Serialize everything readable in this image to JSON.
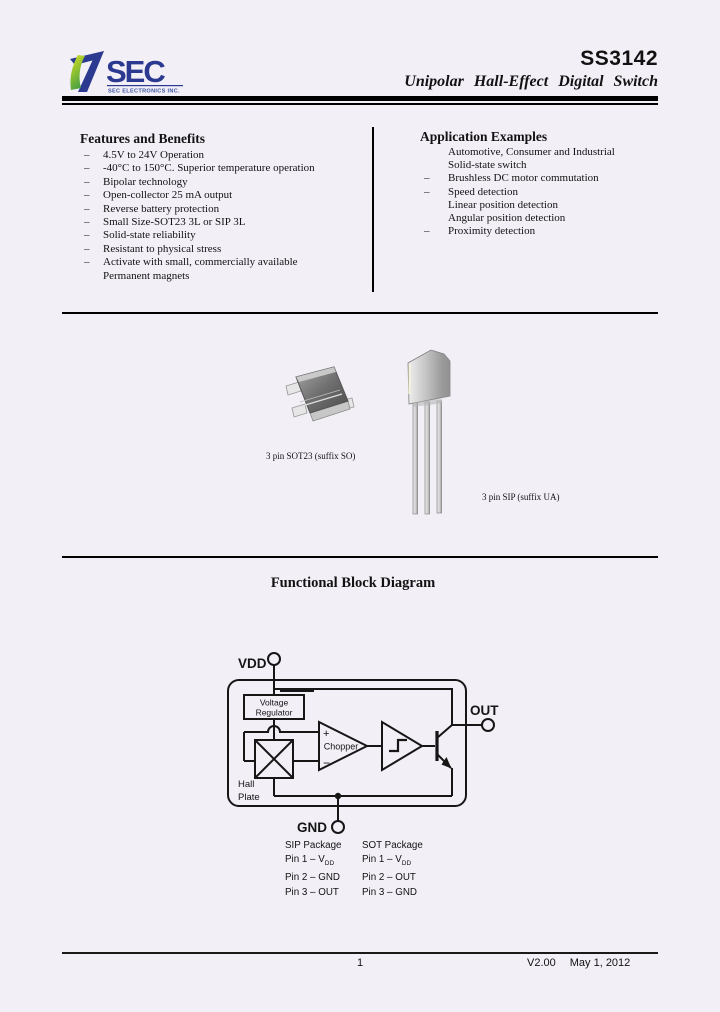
{
  "header": {
    "part_number": "SS3142",
    "subtitle": "Unipolar Hall-Effect Digital Switch",
    "logo": {
      "name": "SEC",
      "tagline": "SEC ELECTRONICS INC.",
      "navy": "#2b3990",
      "green": "#8dc63f"
    }
  },
  "features": {
    "title": "Features and Benefits",
    "items": [
      {
        "dash": "–",
        "text": "4.5V to 24V Operation"
      },
      {
        "dash": "–",
        "text": "-40°C to 150°C. Superior temperature operation"
      },
      {
        "dash": "–",
        "text": "Bipolar technology"
      },
      {
        "dash": "–",
        "text": "Open-collector 25 mA output"
      },
      {
        "dash": "–",
        "text": "Reverse battery protection"
      },
      {
        "dash": "–",
        "text": "Small Size-SOT23 3L or SIP 3L"
      },
      {
        "dash": "–",
        "text": "Solid-state reliability"
      },
      {
        "dash": "–",
        "text": "Resistant to physical stress"
      },
      {
        "dash": "–",
        "text": "Activate with small, commercially available"
      },
      {
        "dash": "",
        "text": "Permanent magnets"
      }
    ]
  },
  "applications": {
    "title": "Application Examples",
    "items": [
      {
        "dash": "",
        "text": "Automotive, Consumer and Industrial"
      },
      {
        "dash": "",
        "text": "Solid-state switch"
      },
      {
        "dash": "–",
        "text": "Brushless DC motor commutation"
      },
      {
        "dash": "–",
        "text": "Speed detection"
      },
      {
        "dash": "",
        "text": "Linear position detection"
      },
      {
        "dash": "",
        "text": "Angular position detection"
      },
      {
        "dash": "–",
        "text": "Proximity detection"
      }
    ]
  },
  "packages": {
    "sot_label": "3 pin SOT23 (suffix SO)",
    "sip_label": "3 pin SIP (suffix UA)"
  },
  "diagram": {
    "title": "Functional Block Diagram",
    "vdd_label": "VDD",
    "gnd_label": "GND",
    "out_label": "OUT",
    "regulator_line1": "Voltage",
    "regulator_line2": "Regulator",
    "chopper_label": "Chopper",
    "plus": "+",
    "minus": "−",
    "hall_line1": "Hall",
    "hall_line2": "Plate",
    "pinout": {
      "sip": {
        "title": "SIP Package",
        "pin1_pre": "Pin 1 – V",
        "pin1_sub": "DD",
        "pin2": "Pin 2 – GND",
        "pin3": "Pin 3 – OUT"
      },
      "sot": {
        "title": "SOT Package",
        "pin1_pre": "Pin 1 – V",
        "pin1_sub": "DD",
        "pin2": "Pin 2 – OUT",
        "pin3": "Pin 3 – GND"
      }
    }
  },
  "footer": {
    "page_number": "1",
    "version": "V2.00",
    "date": "May 1, 2012"
  }
}
